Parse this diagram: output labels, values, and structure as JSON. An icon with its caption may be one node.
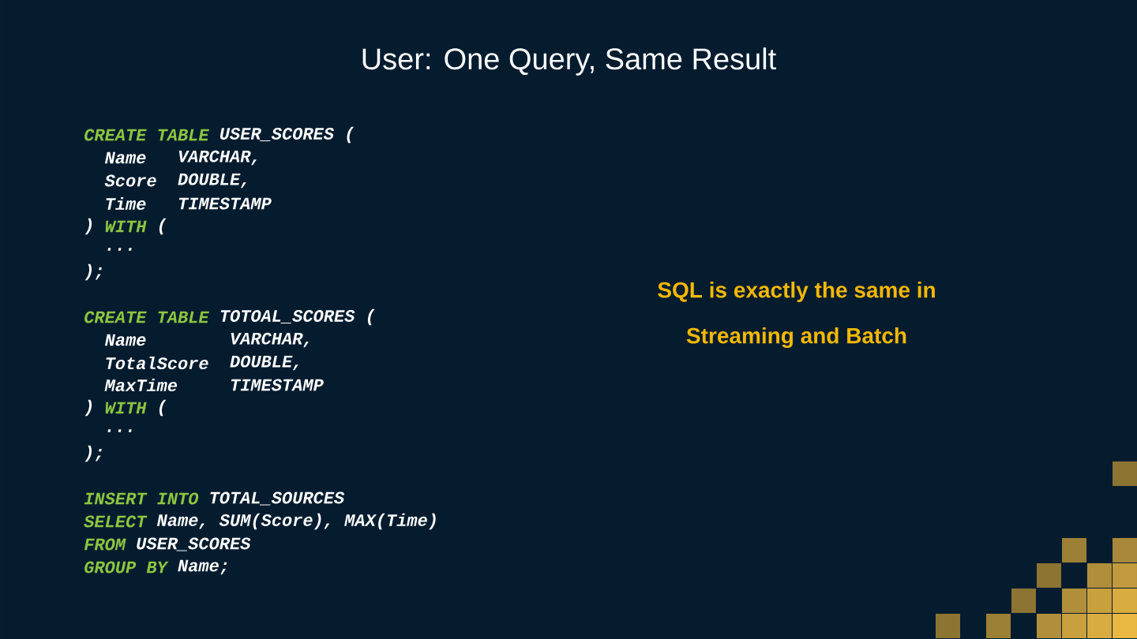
{
  "diagram": {
    "title": "User: One Query, Same Result",
    "labels": [
      "CREATE TABLE",
      "USER_SCORES (",
      "Name",
      "VARCHAR,",
      "Score",
      "DOUBLE,",
      "Time",
      "TIMESTAMP",
      ")",
      "WITH",
      "(",
      "...",
      ");",
      "CREATE TABLE",
      "TOTOAL_SCORES (",
      "Name",
      "VARCHAR,",
      "TotalScore",
      "DOUBLE,",
      "MaxTime",
      "TIMESTAMP",
      ")",
      "WITH",
      "(",
      "...",
      ");",
      "INSERT INTO",
      "TOTAL_SOURCES",
      "SELECT",
      "Name, SUM(Score), MAX(Time)",
      "FROM",
      "USER_SCORES",
      "GROUP BY",
      "Name;",
      "SQL is exactly the same in",
      "Streaming and Batch"
    ]
  }
}
